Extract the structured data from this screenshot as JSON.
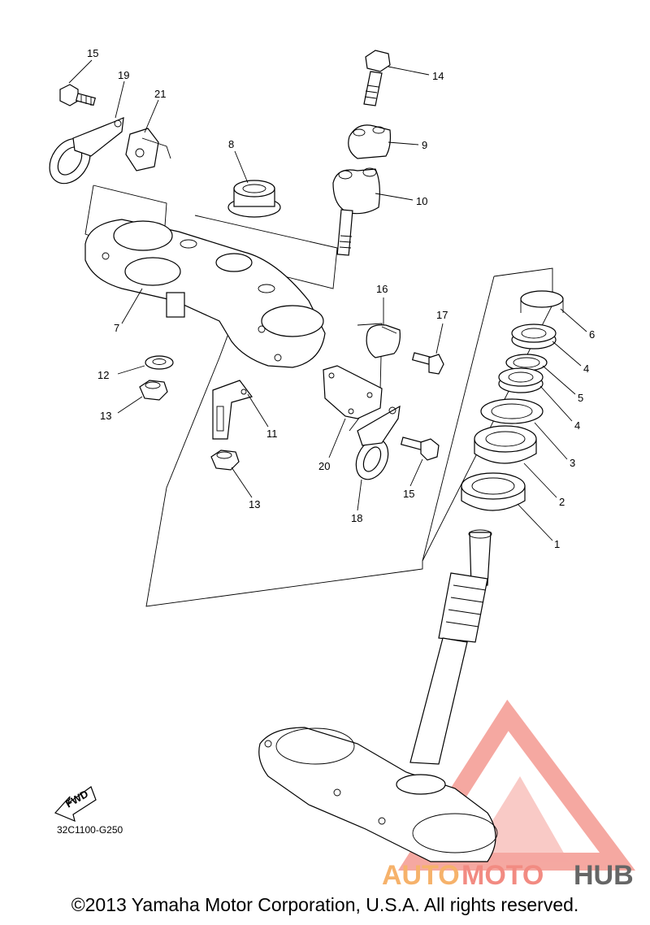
{
  "diagram": {
    "code_label": "32C1100-G250",
    "fwd_label": "FWD",
    "copyright": "©2013 Yamaha Motor Corporation, U.S.A. All rights reserved.",
    "callouts": [
      "1",
      "2",
      "3",
      "4",
      "4",
      "5",
      "6",
      "7",
      "8",
      "9",
      "10",
      "11",
      "12",
      "13",
      "13",
      "14",
      "15",
      "15",
      "16",
      "17",
      "18",
      "19",
      "20",
      "21"
    ]
  },
  "watermark": {
    "part_a": "AUTO",
    "part_b": "MOTO",
    "part_c": "HUB",
    "color_a": "#f6b26b",
    "color_b": "#f28b82",
    "color_c": "#666666",
    "logo_color": "#f28b82"
  }
}
